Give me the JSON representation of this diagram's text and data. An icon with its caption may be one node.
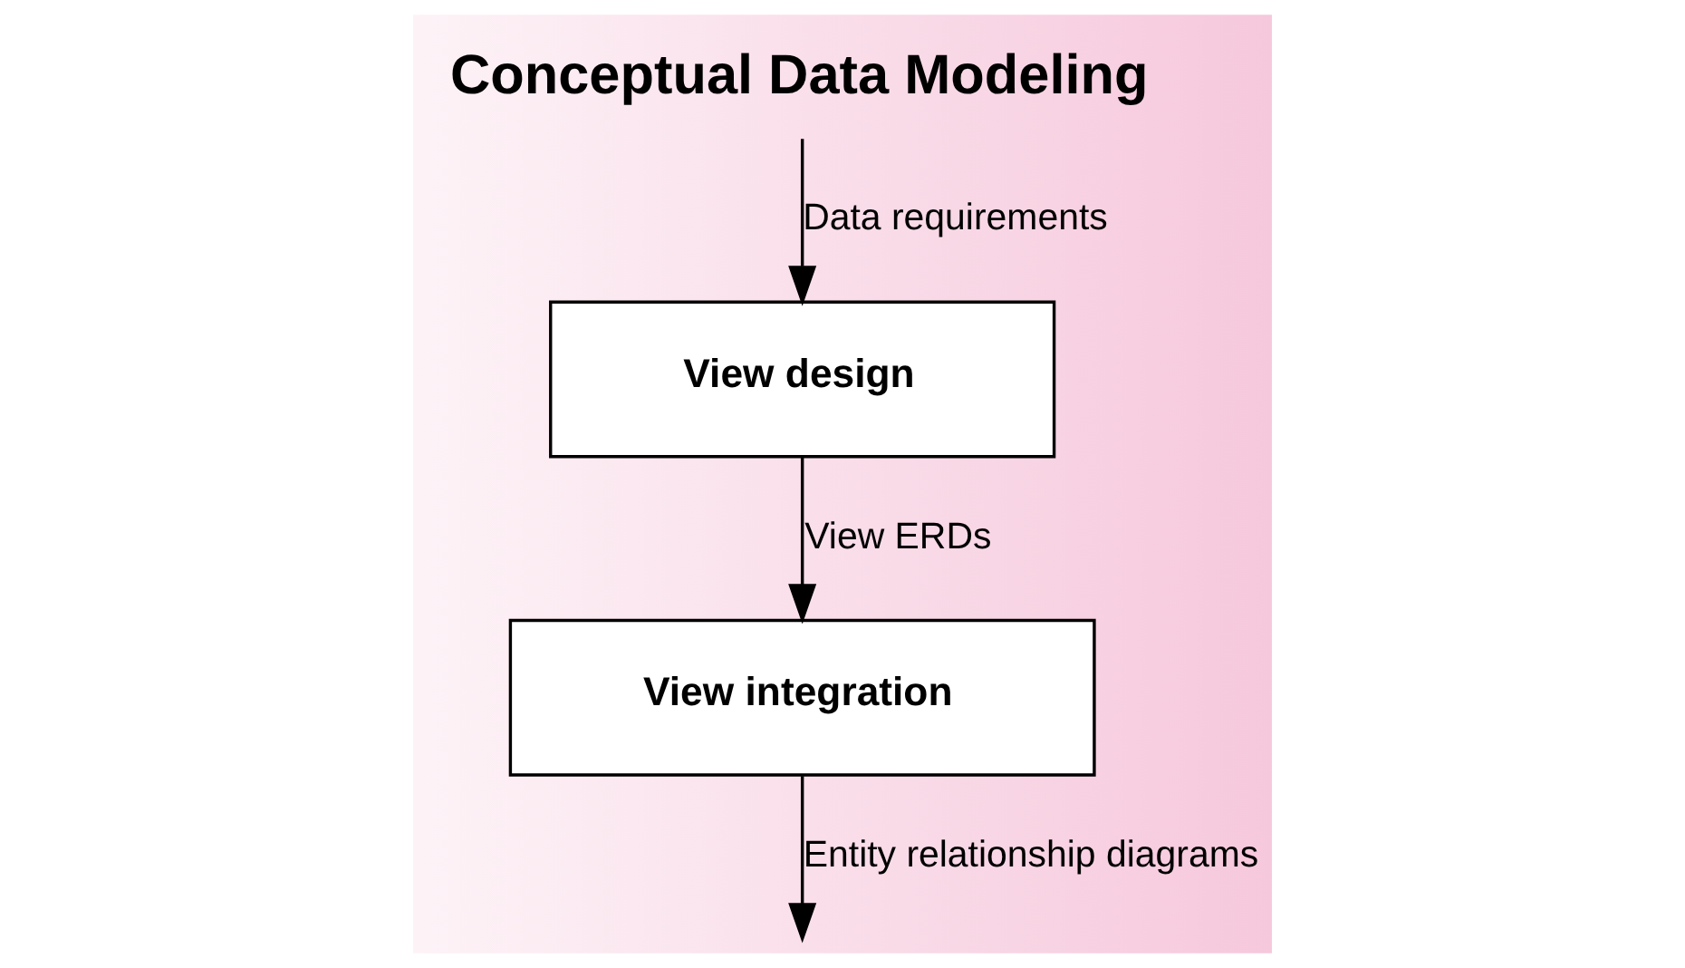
{
  "diagram": {
    "nodes": [
      {
        "text": [
          "Conceptual Data Modeling"
        ]
      },
      {
        "text": [
          "View design"
        ]
      },
      {
        "text": [
          "View integration"
        ]
      }
    ],
    "edges": [
      {
        "from": 0,
        "to": 1,
        "arrow": "to",
        "label": "Data requirements"
      },
      {
        "from": 1,
        "to": 2,
        "arrow": "to",
        "label": "View ERDs"
      },
      {
        "from": 2,
        "to": null,
        "arrow": "to",
        "label": "Entity relationship diagrams"
      }
    ]
  }
}
